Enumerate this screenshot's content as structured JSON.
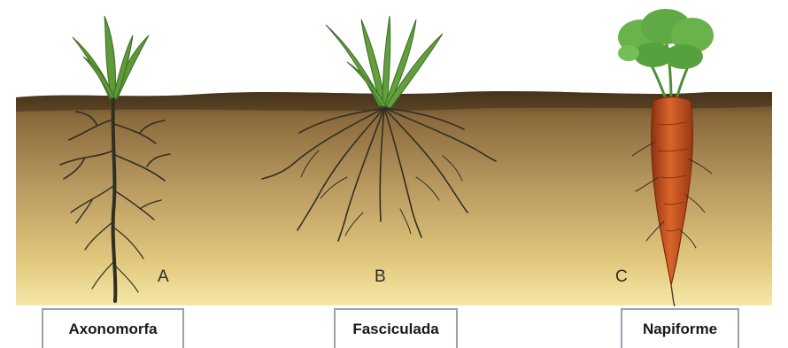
{
  "roots": [
    {
      "letter": "A",
      "name": "Axonomorfa"
    },
    {
      "letter": "B",
      "name": "Fasciculada"
    },
    {
      "letter": "C",
      "name": "Napiforme"
    }
  ],
  "colors": {
    "soil_top": "#5a4222",
    "soil_mid": "#b4935a",
    "soil_bottom": "#f3df95",
    "root": "#2f2f24",
    "leaf": "#5e9a3a",
    "carrot": "#c6501f",
    "carrot_leaf": "#5faa45"
  }
}
